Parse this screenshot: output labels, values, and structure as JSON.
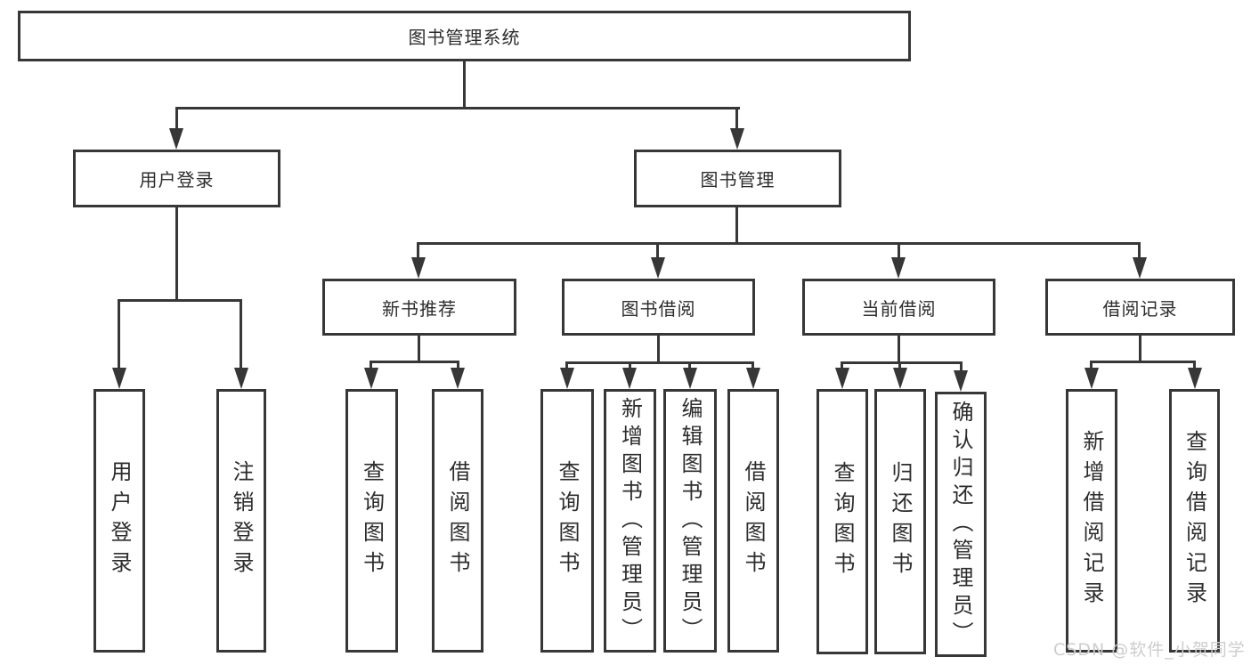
{
  "tree": {
    "label": "图书管理系统",
    "children": [
      {
        "label": "用户登录",
        "children": [
          {
            "label": "用户登录"
          },
          {
            "label": "注销登录"
          }
        ]
      },
      {
        "label": "图书管理",
        "children": [
          {
            "label": "新书推荐",
            "children": [
              {
                "label": "查询图书"
              },
              {
                "label": "借阅图书"
              }
            ]
          },
          {
            "label": "图书借阅",
            "children": [
              {
                "label": "查询图书"
              },
              {
                "label": "新增图书（管理员）"
              },
              {
                "label": "编辑图书（管理员）"
              },
              {
                "label": "借阅图书"
              }
            ]
          },
          {
            "label": "当前借阅",
            "children": [
              {
                "label": "查询图书"
              },
              {
                "label": "归还图书"
              },
              {
                "label": "确认归还（管理员）"
              }
            ]
          },
          {
            "label": "借阅记录",
            "children": [
              {
                "label": "新增借阅记录"
              },
              {
                "label": "查询借阅记录"
              }
            ]
          }
        ]
      }
    ]
  },
  "watermark": {
    "text": "CSDN @软件_小贺同学"
  },
  "colors": {
    "line": "#373737",
    "text": "#2d2d2d",
    "background": "#ffffff",
    "watermark": "#cdcdcd"
  }
}
